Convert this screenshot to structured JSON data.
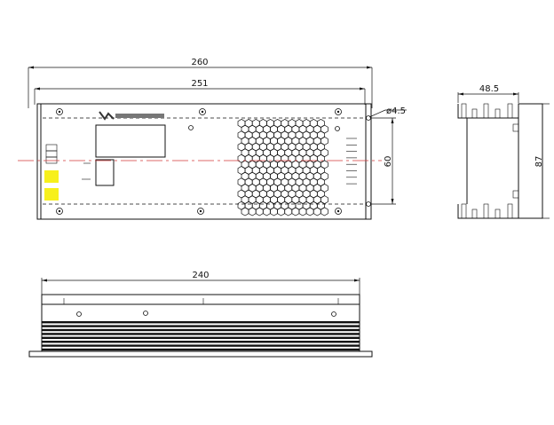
{
  "dimensions": {
    "overall_width": "260",
    "mounting_width": "251",
    "hole_diameter": "ø4.5",
    "mount_height": "60",
    "side_depth": "48.5",
    "side_height": "87",
    "bottom_length": "240"
  },
  "label_colors": {
    "indicator_pad": "#f7f01c",
    "centerline": "#d23a3a"
  }
}
